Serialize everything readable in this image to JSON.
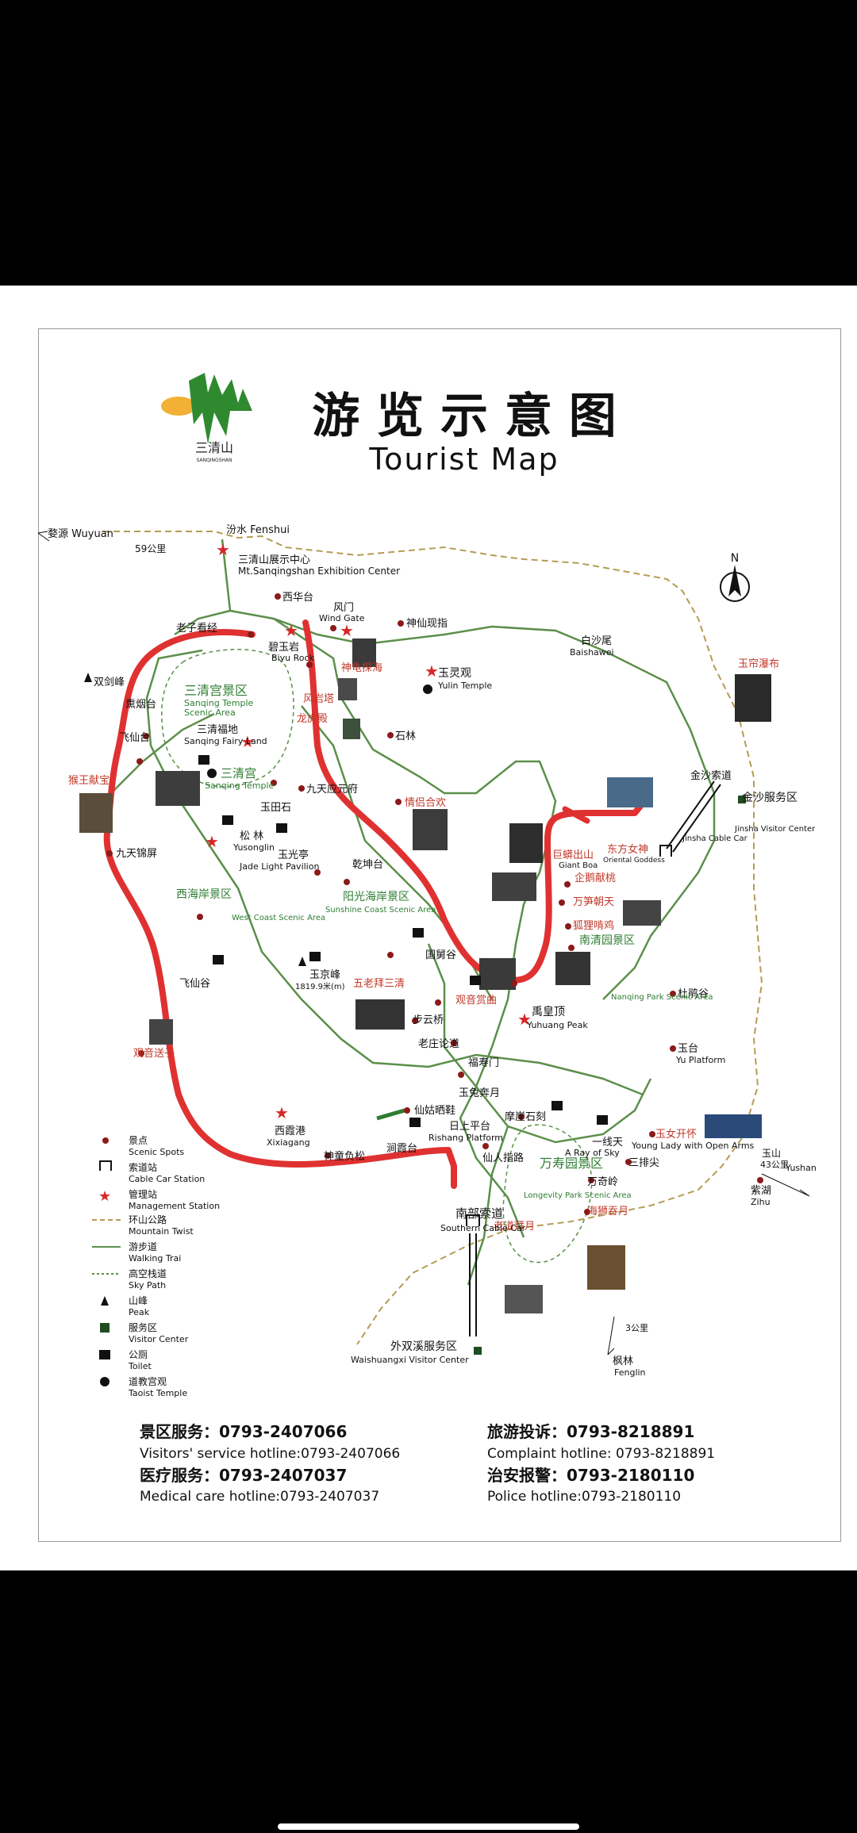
{
  "title": {
    "zh": "游 览 示 意 图",
    "en": "Tourist Map"
  },
  "logo": {
    "text": "三清山",
    "subtext": "SANQINGSHAN"
  },
  "colors": {
    "route": "#e03131",
    "trail": "#5b8f4a",
    "mountain_twist": "#b49c53",
    "label_red": "#c0392b",
    "label_green": "#2e7d32",
    "star": "#d62828"
  },
  "compass": {
    "north": "N"
  },
  "labels": {
    "wuyuan": "婺源 Wuyuan",
    "km59": "59公里",
    "fenshui": "汾水 Fenshui",
    "exhibition_zh": "三清山展示中心",
    "exhibition_en": "Mt.Sanqingshan Exhibition Center",
    "xihuatai": "西华台",
    "fengmen_zh": "风门",
    "fengmen_en": "Wind Gate",
    "shenxianxianzhi": "神仙现指",
    "laozikanjing": "老子看经",
    "biyuyan_zh": "碧玉岩",
    "biyuyan_en": "Biyu Rock",
    "shuangjianfeng": "双剑峰",
    "shenguitanhai": "神龟探海",
    "yulinguan_zh": "玉灵观",
    "yulinguan_en": "Yulin Temple",
    "baishawei_zh": "白沙尾",
    "baishawei_en": "Baishawei",
    "yulianpubu": "玉帘瀑布",
    "sanqinggong_area_zh": "三清宫景区",
    "sanqinggong_area_en1": "Sanqing Temple",
    "sanqinggong_area_en2": "Scenic Area",
    "fengyanta": "风岩塔",
    "longhuidian": "龙虎殿",
    "xunyantai": "熏烟台",
    "sanqingfudi_zh": "三清福地",
    "sanqingfudi_en": "Sanqing Fairy Land",
    "feixiantai": "飞仙台",
    "shilin": "石林",
    "sanqinggong_zh": "三清宫",
    "sanqinggong_en": "Sanqing Temple",
    "houwangxianbao": "猴王献宝",
    "jiuyiyingyuanfu": "九天应元府",
    "qinglvhuanjian": "情侣合欢",
    "jinshacablecar_zh": "金沙索道",
    "jinshacablecar_en": "Jinsha Cable Car",
    "jinshavisitor_zh": "金沙服务区",
    "jinshavisitor_en": "Jinsha Visitor Center",
    "yutianshi": "玉田石",
    "songlin_zh": "松 林",
    "songlin_en": "Yusonglin",
    "yuguangting_zh": "玉光亭",
    "yuguangting_en": "Jade Light Pavilion",
    "jiutianjinping": "九天锦屏",
    "qiankuntai": "乾坤台",
    "dongfangnvshen_zh": "东方女神",
    "dongfangnvshen_en": "Oriental Goddess",
    "jumangchushan_zh": "巨蟒出山",
    "jumangchushan_en": "Giant Boa",
    "qieexiantao": "企鹅献桃",
    "wansunchaotian": "万笋朝天",
    "huliqiaojiu": "狐狸啃鸡",
    "yujingfeng_zh": "玉京峰",
    "yujingfeng_en": "1819.9米(m)",
    "wulaobaisanqing": "五老拜三清",
    "guoxiangzhai": "国舅谷",
    "guanyinshangqu": "观音赏曲",
    "feixiangu": "飞仙谷",
    "yuhuangding_zh": "禹皇顶",
    "yuhuangding_en": "Yuhuang Peak",
    "buyunqiao": "步云桥",
    "laozhuanglundao": "老庄论道",
    "dujianggu": "杜鹃谷",
    "guanyinsongzi": "观音送子",
    "fushoumen": "福寿门",
    "yutai_zh": "玉台",
    "yutai_en": "Yu Platform",
    "yutubenyue": "玉兔奔月",
    "xianguxiaxie": "仙姑晒鞋",
    "rishangpingtai_zh": "日上平台",
    "rishangpingtai_en": "Rishang Platform",
    "moyashike": "摩崖石刻",
    "xixiagang_zh": "西霞港",
    "xixiagang_en": "Xixiagang",
    "yixiantian_zh": "一线天",
    "yixiantian_en": "A Ray of Sky",
    "yunvkaihuai_zh": "玉女开怀",
    "yunvkaihuai_en": "Young Lady with Open Arms",
    "shentongfusong": "神童负松",
    "xiangtai": "涧霞台",
    "xianrenzhilu": "仙人指路",
    "sanpaijian": "三排尖",
    "yushan_zh": "玉山",
    "yushan_km": "43公里",
    "yushan_en": "Yushan",
    "wanshouyuan_zh": "万寿园景区",
    "wanshouyuan_en": "Longevity Park Scenic Area",
    "wanqiling": "万奇岭",
    "haishichunyue": "海狮吞月",
    "laodaobaiyue": "老道拜月",
    "zihu_zh": "紫湖",
    "zihu_en": "Zihu",
    "nanbu_cable_zh": "南部索道",
    "nanbu_cable_en": "Southern Cable Car",
    "waishuangxi_zh": "外双溪服务区",
    "waishuangxi_en": "Waishuangxi Visitor Center",
    "fenglin_km": "3公里",
    "fenglin_zh": "枫林",
    "fenglin_en": "Fenglin",
    "yangguang_area_zh": "阳光海岸景区",
    "yangguang_area_en": "Sunshine Coast Scenic Area",
    "xihaian_zh": "西海岸景区",
    "xihaian_en": "West Coast Scenic Area",
    "nanqingyuan_zh": "南清园景区",
    "nanqingyuan_en": "Nanqing Park Scenic Area"
  },
  "legend": [
    {
      "zh": "景点",
      "en": "Scenic Spots",
      "icon": "scenic-spot-icon"
    },
    {
      "zh": "索道站",
      "en": "Cable Car Station",
      "icon": "cable-car-icon"
    },
    {
      "zh": "管理站",
      "en": "Management Station",
      "icon": "star-icon"
    },
    {
      "zh": "环山公路",
      "en": "Mountain Twist",
      "icon": "dashed-road-icon"
    },
    {
      "zh": "游步道",
      "en": "Walking Trai",
      "icon": "trail-icon"
    },
    {
      "zh": "高空栈道",
      "en": "Sky Path",
      "icon": "sky-path-icon"
    },
    {
      "zh": "山峰",
      "en": "Peak",
      "icon": "peak-icon"
    },
    {
      "zh": "服务区",
      "en": "Visitor Center",
      "icon": "visitor-center-icon"
    },
    {
      "zh": "公厕",
      "en": "Toilet",
      "icon": "toilet-icon"
    },
    {
      "zh": "道教宫观",
      "en": "Taoist Temple",
      "icon": "taoist-temple-icon"
    }
  ],
  "hotlines": {
    "service_zh": "景区服务：0793-2407066",
    "service_en": "Visitors' service hotline:0793-2407066",
    "medical_zh": "医疗服务：0793-2407037",
    "medical_en": "Medical care hotline:0793-2407037",
    "complaint_zh": "旅游投诉：0793-8218891",
    "complaint_en": "Complaint hotline: 0793-8218891",
    "police_zh": "治安报警：0793-2180110",
    "police_en": "Police hotline:0793-2180110"
  }
}
